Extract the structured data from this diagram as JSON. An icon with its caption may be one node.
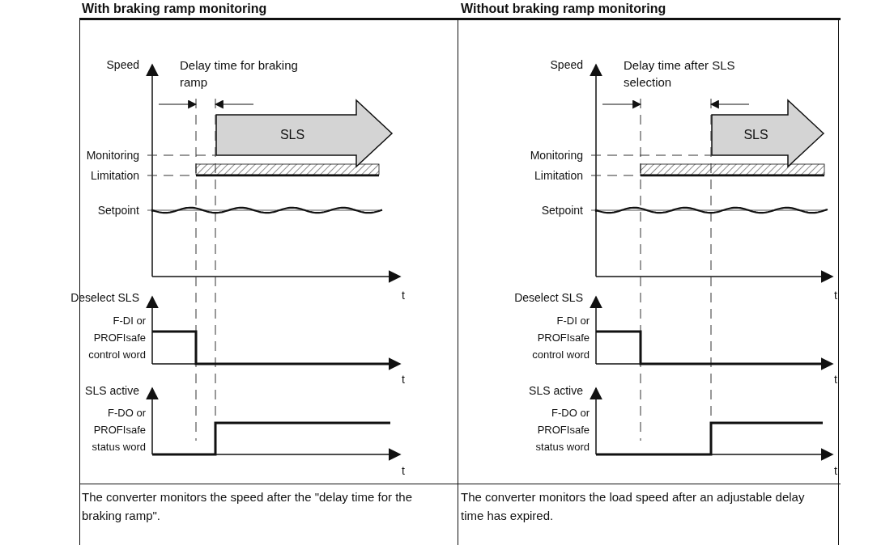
{
  "diagram": {
    "nodes": [
      {
        "text": [
          "SLS"
        ]
      },
      {
        "text": [
          "SLS"
        ]
      }
    ],
    "labels": [
      "With braking ramp monitoring",
      "Without braking ramp monitoring",
      "Speed",
      "Delay time for braking ramp",
      "Monitoring",
      "Limitation",
      "Setpoint",
      "t",
      "Deselect SLS",
      "F-DI or PROFIsafe control word",
      "t",
      "SLS active",
      "F-DO or PROFIsafe status word",
      "t",
      "Speed",
      "Delay time after SLS selection",
      "Monitoring",
      "Limitation",
      "Setpoint",
      "t",
      "Deselect SLS",
      "F-DI or PROFIsafe control word",
      "t",
      "SLS active",
      "F-DO or PROFIsafe status word",
      "t",
      "The converter monitors the speed after the \"delay time for the braking ramp\".",
      "The converter monitors the load speed after an adjustable delay time has expired."
    ]
  }
}
